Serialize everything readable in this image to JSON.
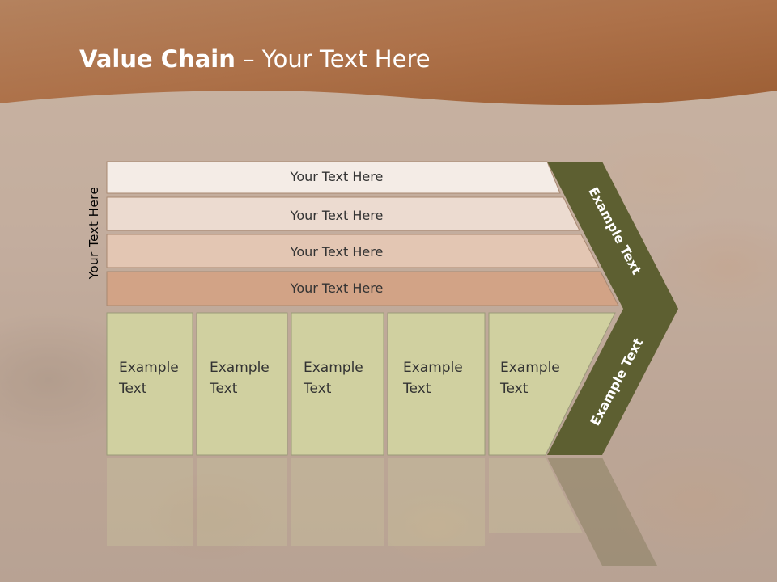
{
  "slide": {
    "title_bold": "Value Chain",
    "title_rest": " – Your Text Here",
    "side_label": "Your Text Here",
    "rows": [
      "Your Text Here",
      "Your Text Here",
      "Your Text Here",
      "Your Text Here"
    ],
    "columns": [
      "Example\nText",
      "Example\nText",
      "Example\nText",
      "Example\nText",
      "Example\nText"
    ],
    "chevron_top": "Example Text",
    "chevron_bottom": "Example Text"
  },
  "colors": {
    "header": "#a86a42",
    "row1": "#f4ece6",
    "row2": "#ecdbd0",
    "row3": "#e3c6b3",
    "row4": "#d2a386",
    "column": "#d0d0a0",
    "chevron": "#5d5f31"
  }
}
